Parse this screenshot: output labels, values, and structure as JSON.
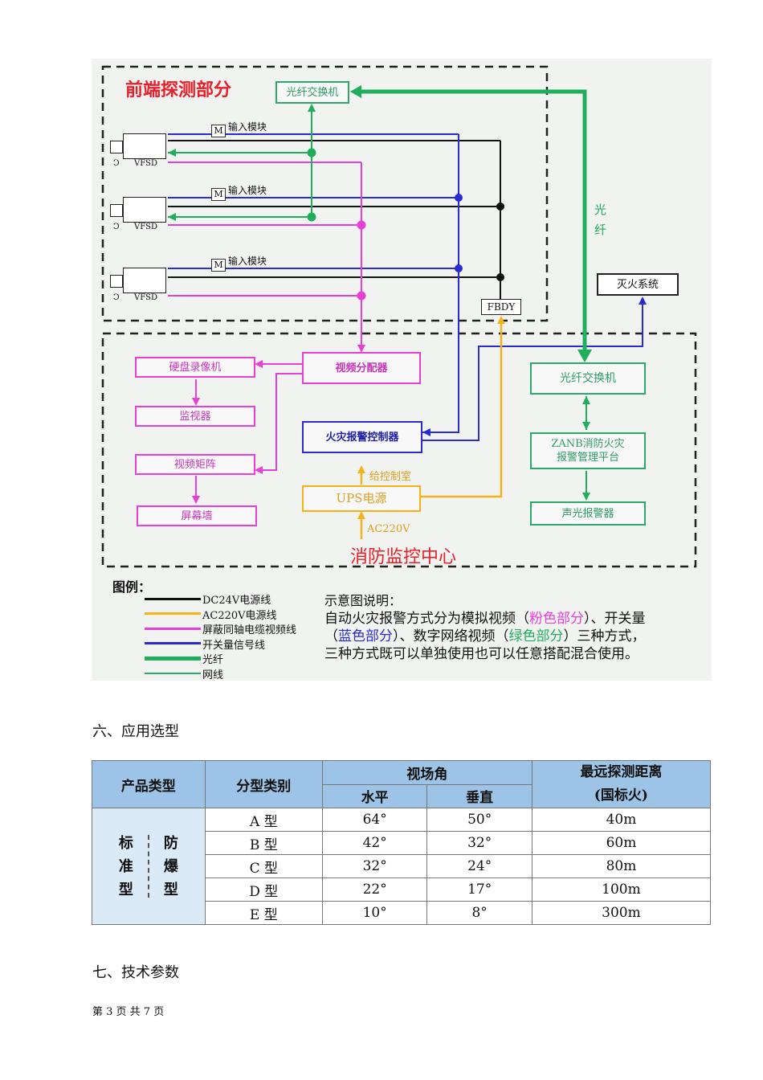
{
  "diagram": {
    "front_title": "前端探测部分",
    "center_title": "消防监控中心",
    "fiber_switch_top": "光纤交换机",
    "input_module": "输入模块",
    "m_label": "M",
    "camera_label": "VFSD",
    "camera_c": "Ↄ",
    "fbdy": "FBDY",
    "fiber_vertical": "光\n纤",
    "fire_system": "灭火系统",
    "dvr": "硬盘录像机",
    "monitor": "监视器",
    "video_matrix": "视频矩阵",
    "screen_wall": "屏幕墙",
    "video_splitter": "视频分配器",
    "fire_controller": "火灾报警控制器",
    "power_label": "给控制室",
    "ups": "UPS电源",
    "ac220": "AC220V",
    "fiber_switch_center": "光纤交换机",
    "platform": "ZANB消防火灾\n报警管理平台",
    "alarm": "声光报警器",
    "colors": {
      "dc24": "#111111",
      "ac220": "#f5b21b",
      "video": "#e83fd6",
      "signal": "#2a2bd3",
      "fiber": "#1fae5b",
      "network": "#2ea86a",
      "title_red": "#e8202a"
    }
  },
  "legend": {
    "title": "图例：",
    "items": [
      {
        "label": "DC24V电源线",
        "color": "#111111",
        "width": 3
      },
      {
        "label": "AC220V电源线",
        "color": "#f5b21b",
        "width": 3
      },
      {
        "label": "屏蔽同轴电缆视频线",
        "color": "#e83fd6",
        "width": 3
      },
      {
        "label": "开关量信号线",
        "color": "#2a2bd3",
        "width": 3
      },
      {
        "label": "光纤",
        "color": "#1fae5b",
        "width": 5
      },
      {
        "label": "网线",
        "color": "#2ea86a",
        "width": 2
      }
    ]
  },
  "note": {
    "title": "示意图说明：",
    "line1_a": "自动火灾报警方式分为模拟视频（",
    "line1_pink": "粉色部分",
    "line1_b": "）、开关量",
    "line2_a": "（",
    "line2_blue": "蓝色部分",
    "line2_b": "）、数字网络视频（",
    "line2_green": "绿色部分",
    "line2_c": "）三种方式，",
    "line3": "三种方式既可以单独使用也可以任意搭配混合使用。"
  },
  "section6": "六、应用选型",
  "table": {
    "h_product": "产品类型",
    "h_subtype": "分型类别",
    "h_fov": "视场角",
    "h_horizontal": "水平",
    "h_vertical": "垂直",
    "h_distance": "最远探测距离\n(国标火)",
    "side_left": "标\n准\n型",
    "side_right": "防\n爆\n型",
    "rows": [
      {
        "type": "A 型",
        "h": "64°",
        "v": "50°",
        "d": "40m"
      },
      {
        "type": "B 型",
        "h": "42°",
        "v": "32°",
        "d": "60m"
      },
      {
        "type": "C 型",
        "h": "32°",
        "v": "24°",
        "d": "80m"
      },
      {
        "type": "D 型",
        "h": "22°",
        "v": "17°",
        "d": "100m"
      },
      {
        "type": "E 型",
        "h": "10°",
        "v": "8°",
        "d": "300m"
      }
    ]
  },
  "section7": "七、技术参数",
  "footer": "第 3 页 共 7 页"
}
